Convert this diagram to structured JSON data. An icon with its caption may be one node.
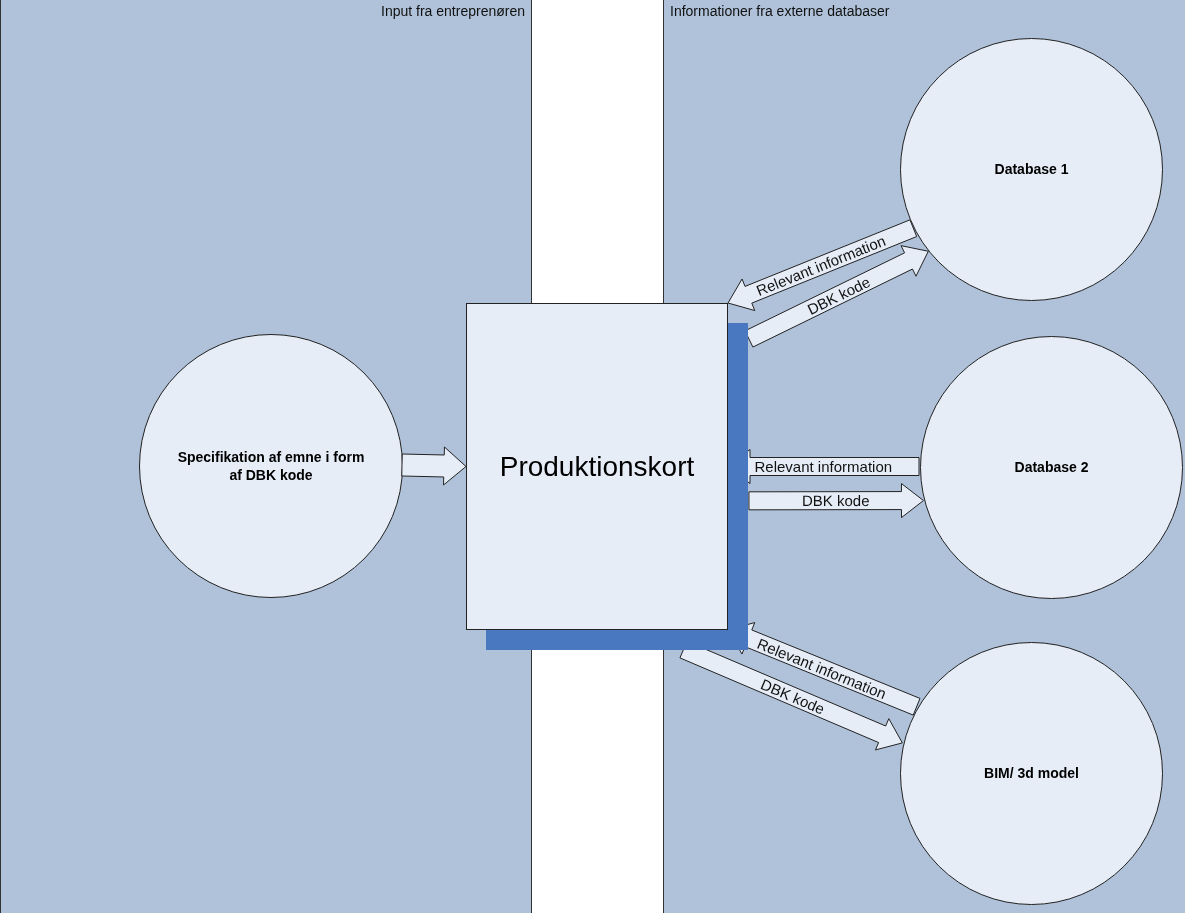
{
  "diagram": {
    "nodes": [
      {
        "text": [
          "Input fra entreprenøren"
        ]
      },
      {
        "text": [
          "Informationer fra externe databaser"
        ]
      },
      {
        "text": [
          "Specifikation af emne i form af DBK kode"
        ],
        "in": 0
      },
      {
        "text": [
          "Produktionskort"
        ]
      },
      {
        "text": [
          "Database 1"
        ],
        "in": 1
      },
      {
        "text": [
          "Database 2"
        ],
        "in": 1
      },
      {
        "text": [
          "BIM/ 3d model"
        ],
        "in": 1
      }
    ],
    "edges": [
      {
        "from": 2,
        "to": 3,
        "arrow": "to"
      },
      {
        "from": 4,
        "to": 3,
        "arrow": "to",
        "label": "Relevant information"
      },
      {
        "from": 3,
        "to": 4,
        "arrow": "to",
        "label": "DBK kode"
      },
      {
        "from": 5,
        "to": 3,
        "arrow": "to",
        "label": "Relevant information"
      },
      {
        "from": 3,
        "to": 5,
        "arrow": "to",
        "label": "DBK kode"
      },
      {
        "from": 6,
        "to": 3,
        "arrow": "to",
        "label": "Relevant information"
      },
      {
        "from": 3,
        "to": 6,
        "arrow": "to",
        "label": "DBK kode"
      }
    ]
  }
}
